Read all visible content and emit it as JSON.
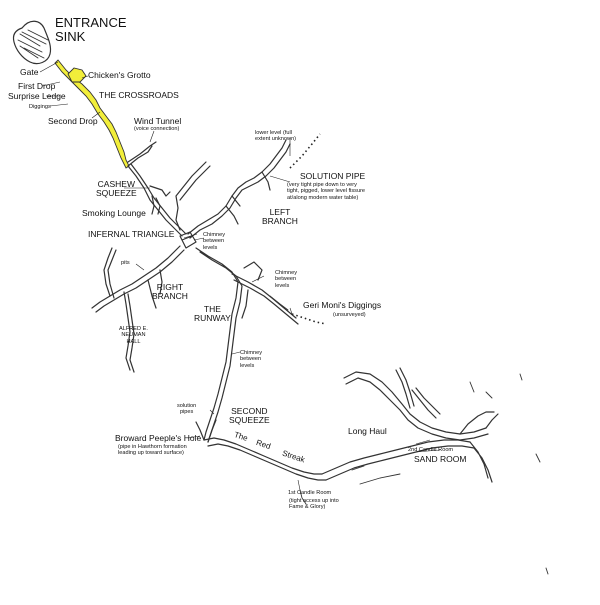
{
  "map": {
    "highlight_color": "#f2ee3a",
    "line_color": "#333333",
    "labels": {
      "entrance_sink": [
        "ENTRANCE",
        "SINK"
      ],
      "gate": "Gate",
      "chickens_grotto": "Chicken's Grotto",
      "first_drop": "First Drop",
      "surprise_ledge": "Surprise Ledge",
      "the_crossroads": "THE CROSSROADS",
      "diggings": "Diggings",
      "second_drop": "Second Drop",
      "wind_tunnel": "Wind Tunnel",
      "wind_tunnel_note": "(voice connection)",
      "lower_level_note": [
        "lower level (full",
        "extent unknown)"
      ],
      "solution_pipe": "SOLUTION PIPE",
      "solution_pipe_note": [
        "(very tight pipe down to very",
        "tight, pigged, lower level fissure",
        "at/along modern water table)"
      ],
      "cashew_squeeze": [
        "CASHEW",
        "SQUEEZE"
      ],
      "smoking_lounge": "Smoking Lounge",
      "left_branch": [
        "LEFT",
        "BRANCH"
      ],
      "infernal_triangle": "INFERNAL TRIANGLE",
      "chimney_1": [
        "Chimney",
        "between",
        "levels"
      ],
      "pits": "pits",
      "chimney_2": [
        "Chimney",
        "between",
        "levels"
      ],
      "right_branch": [
        "RIGHT",
        "BRANCH"
      ],
      "geri_moni": "Geri Moni's Diggings",
      "geri_moni_note": "(unsurveyed)",
      "alfred_hall": [
        "ALFRED E.",
        "NEUMAN",
        "HALL"
      ],
      "the_runway": [
        "THE",
        "RUNWAY"
      ],
      "chimney_3": [
        "Chimney",
        "between",
        "levels"
      ],
      "solution_pipes": [
        "solution",
        "pipes"
      ],
      "second_squeeze": [
        "SECOND",
        "SQUEEZE"
      ],
      "broward_hole": "Broward Peeple's Hole",
      "broward_note": [
        "(pipe in Hawthorn  formation",
        "leading up toward surface)"
      ],
      "the": "The",
      "red": "Red",
      "streak": "Streak",
      "long_haul": "Long Haul",
      "candle_room_2": "2nd Candle Room",
      "sand_room": "SAND  ROOM",
      "candle_room_1": "1st Candle Room",
      "candle_room_1_note": [
        "(tight access up into",
        "Fame & Glory)"
      ]
    }
  }
}
